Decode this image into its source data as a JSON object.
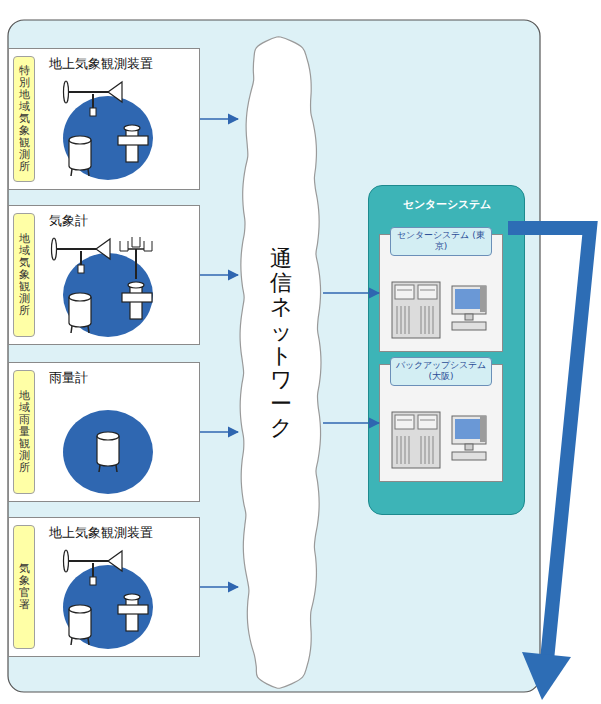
{
  "diagram": {
    "nodes": [
      {
        "text": [
          "特別地域気象観測所",
          "地上気象観測装置"
        ]
      },
      {
        "text": [
          "地域気象観測所",
          "気象計"
        ]
      },
      {
        "text": [
          "地域雨量観測所",
          "雨量計"
        ]
      },
      {
        "text": [
          "気象官署",
          "地上気象観測装置"
        ]
      },
      {
        "text": [
          "通信ネットワーク"
        ]
      },
      {
        "text": [
          "センターシステム"
        ]
      },
      {
        "text": [
          "センターシステム (東京)"
        ],
        "in": 5
      },
      {
        "text": [
          "バックアップシステム (大阪)"
        ],
        "in": 5
      }
    ],
    "edges": [
      {
        "from": 0,
        "to": 4,
        "arrow": "to"
      },
      {
        "from": 1,
        "to": 4,
        "arrow": "to"
      },
      {
        "from": 2,
        "to": 4,
        "arrow": "to"
      },
      {
        "from": 3,
        "to": 4,
        "arrow": "to"
      },
      {
        "from": 4,
        "to": 6,
        "arrow": "to"
      },
      {
        "from": 4,
        "to": 7,
        "arrow": "to"
      }
    ]
  }
}
